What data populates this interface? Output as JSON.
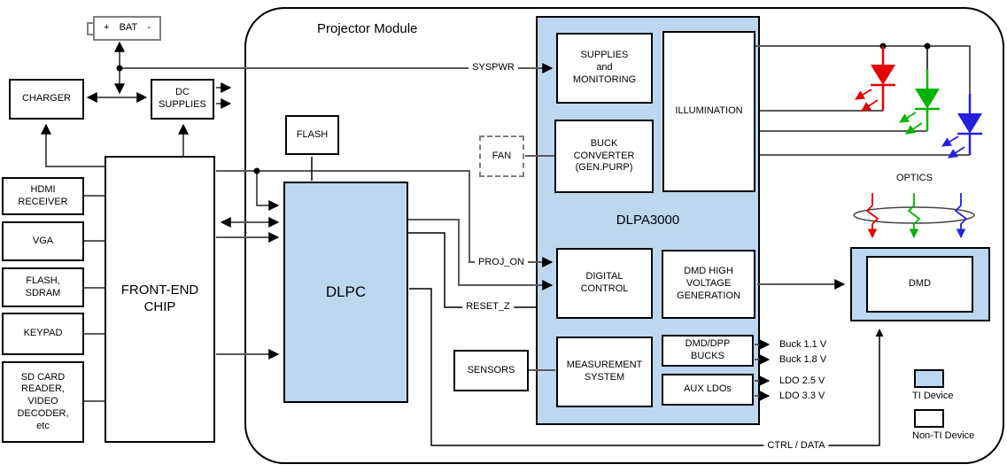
{
  "module_title": "Projector Module",
  "external": {
    "battery": {
      "plus": "+",
      "label": "BAT",
      "minus": "-"
    },
    "charger": "CHARGER",
    "dc_supplies": "DC\nSUPPLIES",
    "front_end": "FRONT-END\nCHIP",
    "peripherals": [
      "HDMI\nRECEIVER",
      "VGA",
      "FLASH,\nSDRAM",
      "KEYPAD",
      "SD CARD\nREADER,\nVIDEO\nDECODER,\netc"
    ]
  },
  "projector": {
    "flash": "FLASH",
    "dlpc": "DLPC",
    "fan": "FAN",
    "sensors": "SENSORS",
    "dlpa3000": {
      "label": "DLPA3000",
      "supplies": "SUPPLIES\nand\nMONITORING",
      "buck_converter": "BUCK\nCONVERTER\n(GEN.PURP)",
      "illumination": "ILLUMINATION",
      "digital_control": "DIGITAL\nCONTROL",
      "dmd_hv": "DMD HIGH\nVOLTAGE\nGENERATION",
      "measurement": "MEASUREMENT\nSYSTEM",
      "dmd_dpp_bucks": "DMD/DPP\nBUCKS",
      "aux_ldos": "AUX LDOs"
    },
    "optics": "OPTICS",
    "dmd": "DMD"
  },
  "signals": {
    "syspwr": "SYSPWR",
    "proj_on": "PROJ_ON",
    "reset_z": "RESET_Z",
    "ctrl_data": "CTRL / DATA",
    "outputs": [
      "Buck 1.1 V",
      "Buck 1.8 V",
      "LDO 2.5 V",
      "LDO 3.3 V"
    ]
  },
  "legend": {
    "ti": "TI Device",
    "non_ti": "Non-TI Device"
  },
  "colors": {
    "ti_blue": "#bdd7f0",
    "led_red": "#e60000",
    "led_green": "#00b400",
    "led_blue": "#2222dd",
    "line_gray": "#5a5a5a"
  }
}
